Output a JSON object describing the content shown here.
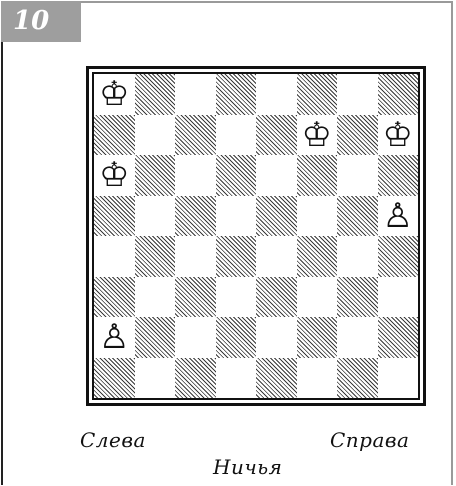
{
  "problem_number": "10",
  "board": {
    "pieces": [
      {
        "square": "a8",
        "piece": "white-king",
        "glyph": "♔"
      },
      {
        "square": "f7",
        "piece": "white-king",
        "glyph": "♔"
      },
      {
        "square": "h7",
        "piece": "white-king",
        "glyph": "♔"
      },
      {
        "square": "a6",
        "piece": "white-king",
        "glyph": "♔"
      },
      {
        "square": "h5",
        "piece": "white-pawn",
        "glyph": "♙"
      },
      {
        "square": "a2",
        "piece": "white-pawn",
        "glyph": "♙"
      }
    ],
    "light_square_color": "#ffffff",
    "dark_square_hatch_color": "#3a3a3a"
  },
  "captions": {
    "left": "Слева",
    "right": "Справа",
    "result": "Ничья"
  }
}
